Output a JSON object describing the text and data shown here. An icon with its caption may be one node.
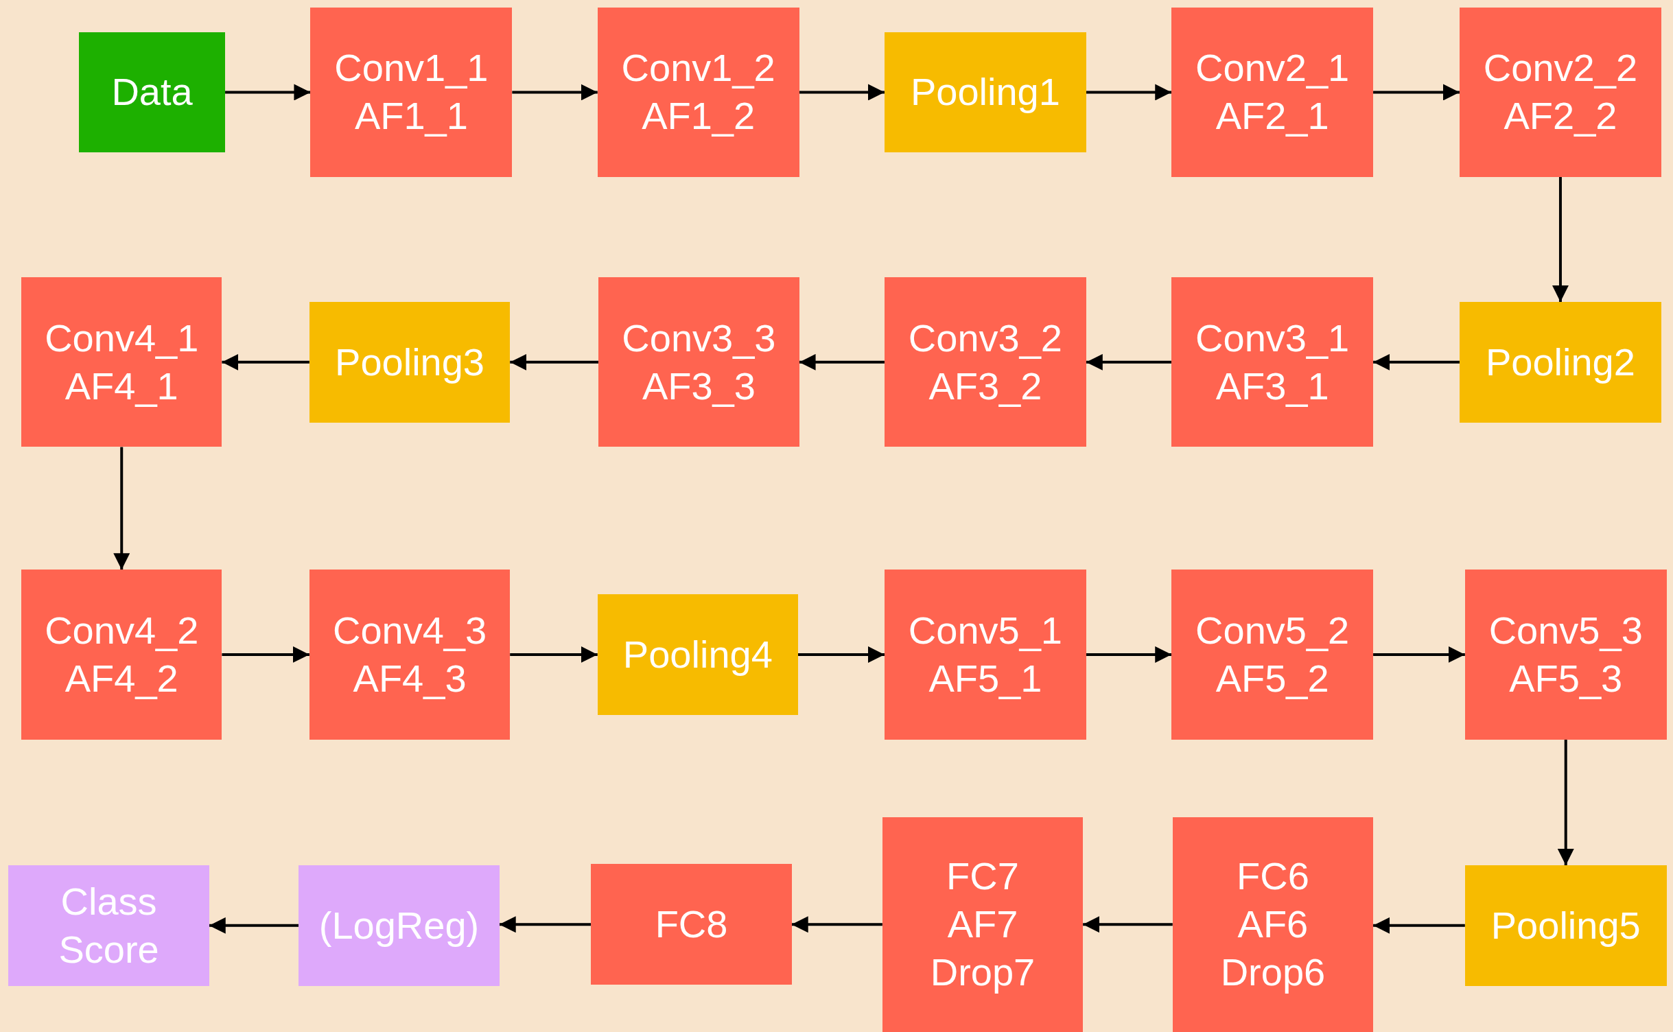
{
  "diagram": {
    "nodes": [
      {
        "text": [
          "Data"
        ]
      },
      {
        "text": [
          "Conv1_1",
          "AF1_1"
        ]
      },
      {
        "text": [
          "Conv1_2",
          "AF1_2"
        ]
      },
      {
        "text": [
          "Pooling1"
        ]
      },
      {
        "text": [
          "Conv2_1",
          "AF2_1"
        ]
      },
      {
        "text": [
          "Conv2_2",
          "AF2_2"
        ]
      },
      {
        "text": [
          "Conv4_1",
          "AF4_1"
        ]
      },
      {
        "text": [
          "Pooling3"
        ]
      },
      {
        "text": [
          "Conv3_3",
          "AF3_3"
        ]
      },
      {
        "text": [
          "Conv3_2",
          "AF3_2"
        ]
      },
      {
        "text": [
          "Conv3_1",
          "AF3_1"
        ]
      },
      {
        "text": [
          "Pooling2"
        ]
      },
      {
        "text": [
          "Conv4_2",
          "AF4_2"
        ]
      },
      {
        "text": [
          "Conv4_3",
          "AF4_3"
        ]
      },
      {
        "text": [
          "Pooling4"
        ]
      },
      {
        "text": [
          "Conv5_1",
          "AF5_1"
        ]
      },
      {
        "text": [
          "Conv5_2",
          "AF5_2"
        ]
      },
      {
        "text": [
          "Conv5_3",
          "AF5_3"
        ]
      },
      {
        "text": [
          "Class Score"
        ]
      },
      {
        "text": [
          "(LogReg)"
        ]
      },
      {
        "text": [
          "FC8"
        ]
      },
      {
        "text": [
          "FC7",
          "AF7",
          "Drop7"
        ]
      },
      {
        "text": [
          "FC6",
          "AF6",
          "Drop6"
        ]
      },
      {
        "text": [
          "Pooling5"
        ]
      }
    ],
    "edges": [
      {
        "from": 0,
        "to": 1,
        "arrow": "to"
      },
      {
        "from": 1,
        "to": 2,
        "arrow": "to"
      },
      {
        "from": 2,
        "to": 3,
        "arrow": "to"
      },
      {
        "from": 3,
        "to": 4,
        "arrow": "to"
      },
      {
        "from": 4,
        "to": 5,
        "arrow": "to"
      },
      {
        "from": 5,
        "to": 11,
        "arrow": "to"
      },
      {
        "from": 11,
        "to": 10,
        "arrow": "to"
      },
      {
        "from": 10,
        "to": 9,
        "arrow": "to"
      },
      {
        "from": 9,
        "to": 8,
        "arrow": "to"
      },
      {
        "from": 8,
        "to": 7,
        "arrow": "to"
      },
      {
        "from": 7,
        "to": 6,
        "arrow": "to"
      },
      {
        "from": 6,
        "to": 12,
        "arrow": "to"
      },
      {
        "from": 12,
        "to": 13,
        "arrow": "to"
      },
      {
        "from": 13,
        "to": 14,
        "arrow": "to"
      },
      {
        "from": 14,
        "to": 15,
        "arrow": "to"
      },
      {
        "from": 15,
        "to": 16,
        "arrow": "to"
      },
      {
        "from": 16,
        "to": 17,
        "arrow": "to"
      },
      {
        "from": 17,
        "to": 23,
        "arrow": "to"
      },
      {
        "from": 23,
        "to": 22,
        "arrow": "to"
      },
      {
        "from": 22,
        "to": 21,
        "arrow": "to"
      },
      {
        "from": 21,
        "to": 20,
        "arrow": "to"
      },
      {
        "from": 20,
        "to": 19,
        "arrow": "to"
      },
      {
        "from": 19,
        "to": 18,
        "arrow": "to"
      }
    ]
  }
}
